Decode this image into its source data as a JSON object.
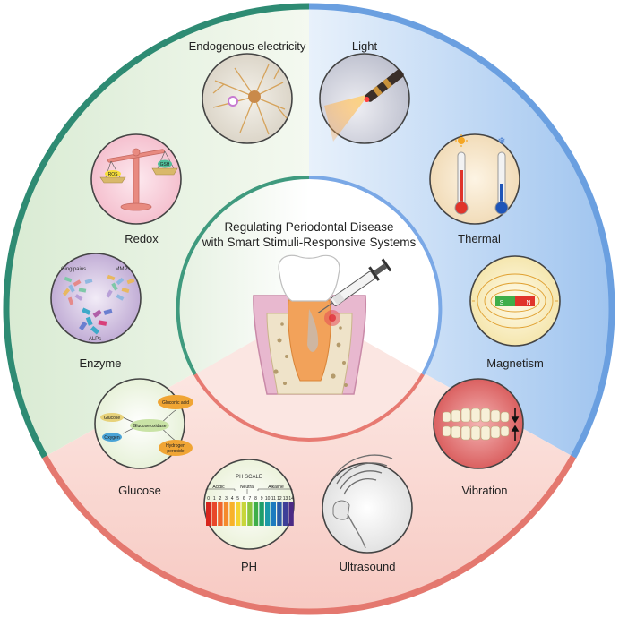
{
  "center": {
    "title_line1": "Regulating Periodontal Disease",
    "title_line2": "with Smart Stimuli-Responsive Systems"
  },
  "stimuli": {
    "endogenous_electricity": "Endogenous electricity",
    "light": "Light",
    "thermal": "Thermal",
    "magnetism": "Magnetism",
    "vibration": "Vibration",
    "ultrasound": "Ultrasound",
    "ph": "PH",
    "glucose": "Glucose",
    "enzyme": "Enzyme",
    "redox": "Redox"
  },
  "redox_panel": {
    "left_pan": "ROS",
    "right_pan": "GSH"
  },
  "enzyme_panel": {
    "gingipains": "Gingipains",
    "mmps": "MMPs",
    "alps": "ALPs"
  },
  "glucose_panel": {
    "glucose": "Glucose",
    "oxygen": "Oxygen",
    "enzyme": "Glucose oxidase",
    "product1": "Gluconic acid",
    "product2_line1": "Hydrogen",
    "product2_line2": "peroxide"
  },
  "ph_panel": {
    "scale_title": "PH SCALE",
    "acidic": "Acidic",
    "neutral": "Neutral",
    "alkaline": "Alkaline",
    "numbers": [
      "0",
      "1",
      "2",
      "3",
      "4",
      "5",
      "6",
      "7",
      "8",
      "9",
      "10",
      "11",
      "12",
      "13",
      "14"
    ],
    "colors": [
      "#d7261e",
      "#e8482a",
      "#f0662d",
      "#f58a2c",
      "#f8b22a",
      "#f4d531",
      "#c8d63a",
      "#8cc63f",
      "#3fae49",
      "#1f9e6a",
      "#1b9aa8",
      "#1d7bbf",
      "#2b5ca8",
      "#3d3f98",
      "#4b2a85"
    ]
  },
  "magnet_panel": {
    "south": "S",
    "north": "N"
  },
  "colors": {
    "outer_green": "#2e8b73",
    "outer_blue": "#6a9fe0",
    "outer_red": "#e4786f",
    "inner_green": "#3f9a7e",
    "inner_blue": "#7aa8e6",
    "inner_red": "#e77a72"
  }
}
